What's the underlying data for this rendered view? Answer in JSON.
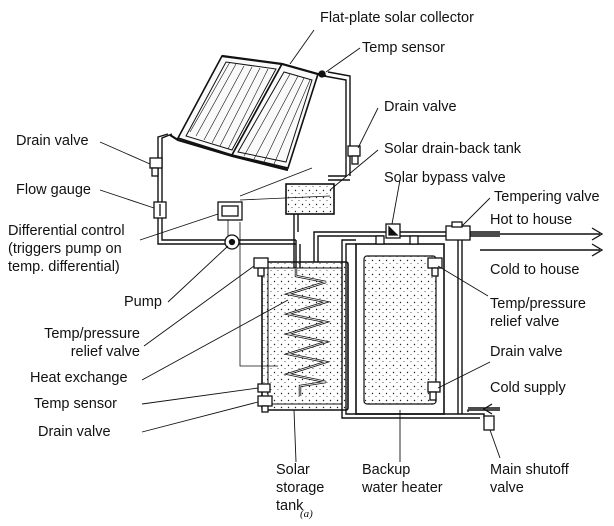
{
  "labels": {
    "flat_plate_collector": "Flat-plate solar collector",
    "temp_sensor_top": "Temp sensor",
    "drain_valve_right": "Drain valve",
    "drain_valve_left": "Drain valve",
    "drain_back_tank": "Solar drain-back tank",
    "flow_gauge": "Flow gauge",
    "solar_bypass_valve": "Solar bypass valve",
    "tempering_valve": "Tempering valve",
    "hot_to_house": "Hot to house",
    "differential_control": [
      "Differential control",
      "(triggers pump on",
      "temp. differential)"
    ],
    "cold_to_house": "Cold to house",
    "pump": "Pump",
    "temp_pressure_relief_left": [
      "Temp/pressure",
      "relief valve"
    ],
    "temp_pressure_relief_right": [
      "Temp/pressure",
      "relief valve"
    ],
    "heat_exchange": "Heat exchange",
    "drain_valve_backup": "Drain valve",
    "temp_sensor_bottom": "Temp sensor",
    "cold_supply": "Cold  supply",
    "drain_valve_bottom": "Drain valve",
    "solar_storage_tank": [
      "Solar",
      "storage",
      "tank"
    ],
    "backup_water_heater": [
      "Backup",
      "water heater"
    ],
    "main_shutoff_valve": [
      "Main shutoff",
      "valve"
    ]
  },
  "caption": "(a)",
  "colors": {
    "ink": "#111111",
    "paper": "#ffffff"
  }
}
